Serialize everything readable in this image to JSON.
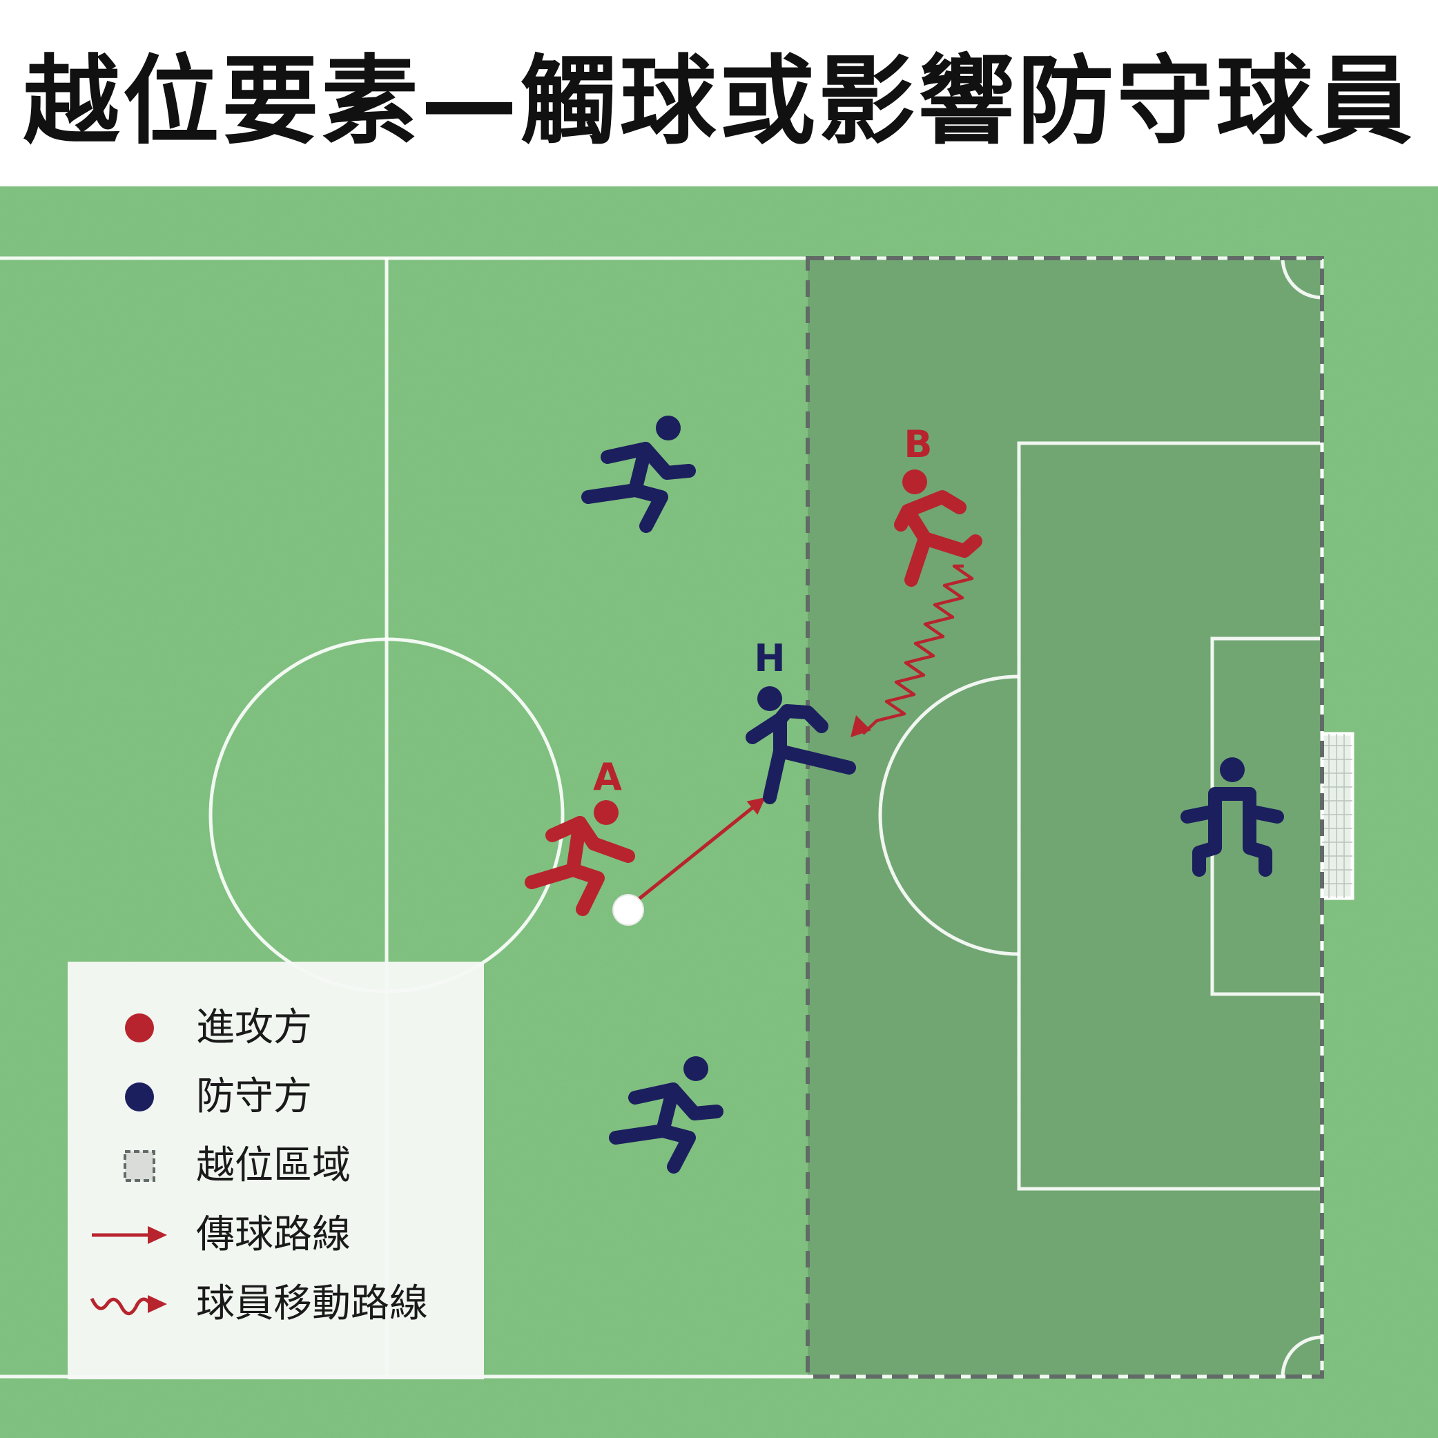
{
  "title": "越位要素—觸球或影響防守球員",
  "players": {
    "attacker_a": {
      "label": "A",
      "team": "attacking"
    },
    "attacker_b": {
      "label": "B",
      "team": "attacking"
    },
    "defender_h": {
      "label": "H",
      "team": "defending"
    }
  },
  "legend": {
    "items": [
      {
        "label": "進攻方",
        "symbol": "attacking-dot"
      },
      {
        "label": "防守方",
        "symbol": "defending-dot"
      },
      {
        "label": "越位區域",
        "symbol": "offside-zone-swatch"
      },
      {
        "label": "傳球路線",
        "symbol": "pass-arrow"
      },
      {
        "label": "球員移動路線",
        "symbol": "movement-wavy-arrow"
      }
    ]
  },
  "colors": {
    "attacking": "#b8242e",
    "defending": "#1c1f5e",
    "pitch": "#7cbf7c",
    "offside_zone": "#6a9b6d",
    "lines": "#ffffff"
  }
}
